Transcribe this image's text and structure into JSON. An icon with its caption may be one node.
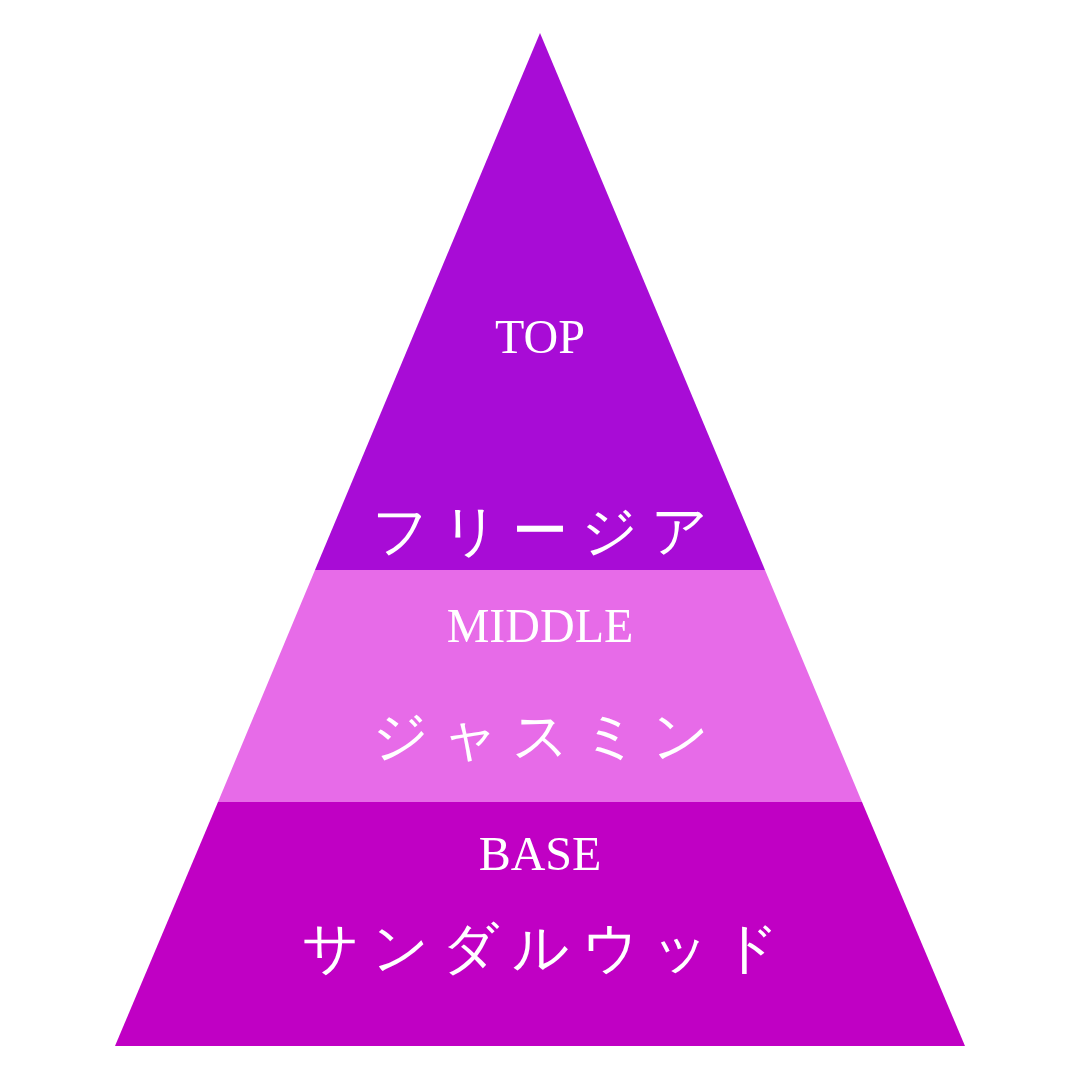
{
  "diagram": {
    "nodes": [
      {
        "text": [
          "TOP",
          "フリージア"
        ]
      },
      {
        "text": [
          "MIDDLE",
          "ジャスミン"
        ]
      },
      {
        "text": [
          "BASE",
          "サンダルウッド"
        ]
      }
    ]
  }
}
